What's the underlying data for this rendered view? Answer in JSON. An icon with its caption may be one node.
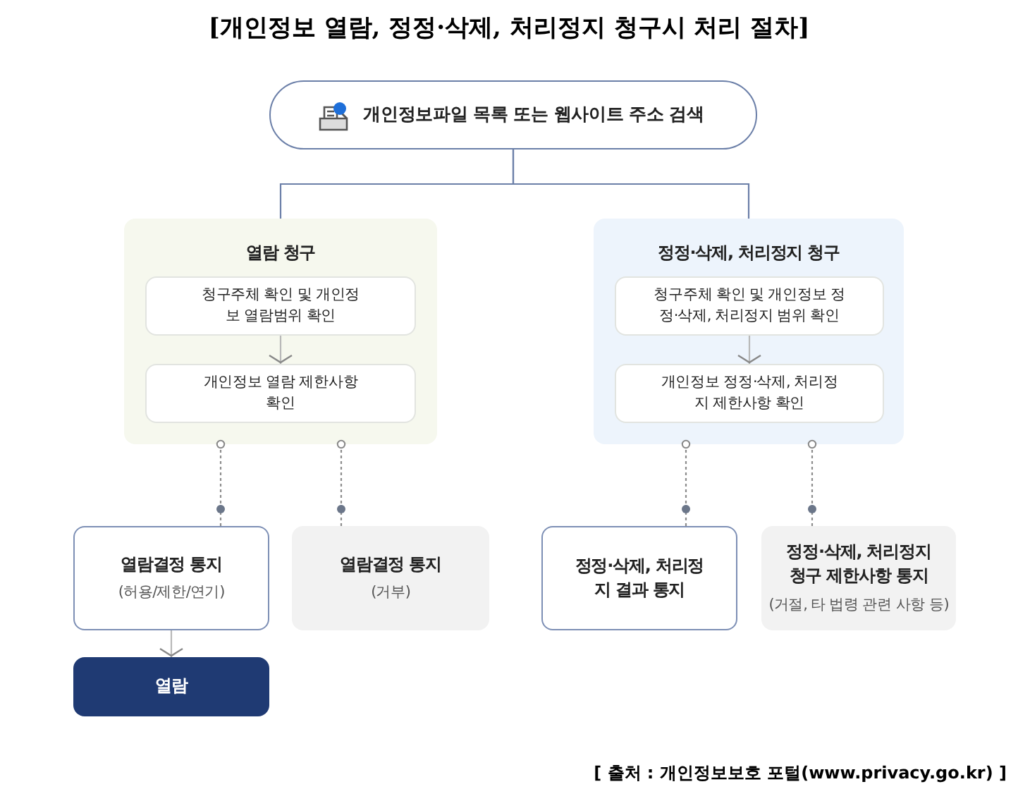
{
  "diagram": {
    "title": "[개인정보 열람, 정정·삭제, 처리정지 청구시 처리 절차]",
    "caption": "[ 출처 : 개인정보보호 포털(www.privacy.go.kr) ]",
    "nodes": [
      {
        "text": [
          "개인정보파일 목록 또는 웹사이트 주소 검색"
        ]
      },
      {
        "text": [
          "열람 청구"
        ]
      },
      {
        "text": [
          "청구주체 확인 및 개인정보 열람범위 확인"
        ],
        "in": 1
      },
      {
        "text": [
          "개인정보 열람 제한사항 확인"
        ],
        "in": 1
      },
      {
        "text": [
          "정정·삭제, 처리정지 청구"
        ]
      },
      {
        "text": [
          "청구주체 확인 및 개인정보 정정·삭제, 처리정지 범위 확인"
        ],
        "in": 4
      },
      {
        "text": [
          "개인정보 정정·삭제, 처리정지 제한사항 확인"
        ],
        "in": 4
      },
      {
        "text": [
          "열람결정 통지",
          "(허용/제한/연기)"
        ]
      },
      {
        "text": [
          "열람결정 통지",
          "(거부)"
        ]
      },
      {
        "text": [
          "정정·삭제, 처리정지 결과 통지"
        ]
      },
      {
        "text": [
          "정정·삭제, 처리정지 청구 제한사항 통지",
          "(거절, 타 법령 관련 사항 등)"
        ]
      },
      {
        "text": [
          "열람"
        ]
      }
    ],
    "edges": [
      {
        "from": 0,
        "to": 1,
        "arrow": "none"
      },
      {
        "from": 0,
        "to": 4,
        "arrow": "none"
      },
      {
        "from": 2,
        "to": 3,
        "arrow": "to"
      },
      {
        "from": 5,
        "to": 6,
        "arrow": "to"
      },
      {
        "from": 1,
        "to": 7,
        "arrow": "other",
        "style": "dashed",
        "color": "#8c8c8c"
      },
      {
        "from": 1,
        "to": 8,
        "arrow": "other",
        "style": "dashed",
        "color": "#8c8c8c"
      },
      {
        "from": 4,
        "to": 9,
        "arrow": "other",
        "style": "dashed",
        "color": "#8c8c8c"
      },
      {
        "from": 4,
        "to": 10,
        "arrow": "other",
        "style": "dashed",
        "color": "#8c8c8c"
      },
      {
        "from": 7,
        "to": 11,
        "arrow": "to"
      }
    ]
  }
}
